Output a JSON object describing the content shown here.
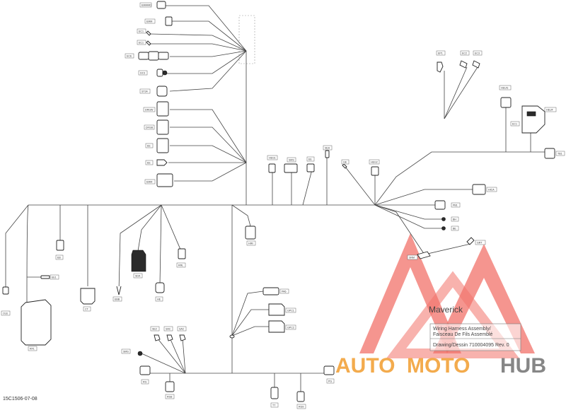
{
  "doc_id": "15C1506-07-08",
  "title_block": {
    "vehicle": "Maverick",
    "line1": "Wiring Harness Assembly/",
    "line2": "Faisceau De Fils Assemblé",
    "drawing": "Drawing/Dessin 710004095 Rev. 0"
  },
  "watermark": {
    "part1": "AUTO",
    "part2": "MOTO",
    "part3": "HUB"
  },
  "colors": {
    "wire": "#444444",
    "watermark_red": "#e8322d",
    "watermark_orange": "#f2a23a",
    "watermark_gray": "#7a7a7a"
  },
  "labels": {
    "top_hub": [
      "EMMMD",
      "EMM",
      "EC1",
      "EC1",
      "ECE",
      "DC3",
      "ST34",
      "DRGW",
      "DFGB",
      "EE",
      "EE",
      "EMM"
    ],
    "right_cluster": [
      "EP1",
      "EC2",
      "EC3",
      "HEUG",
      "EC1",
      "HEUF",
      "TB1"
    ],
    "center_top": [
      "HEG1",
      "SMS",
      "EE",
      "SEA",
      "GE",
      "HEG2"
    ],
    "right_side": [
      "HICA",
      "PB1",
      "BH",
      "BE",
      "SNM",
      "GRT"
    ],
    "left_side": [
      "OLE",
      "EB",
      "EE1",
      "CT",
      "RF1",
      "EBB",
      "SDA",
      "HE",
      "RRL"
    ],
    "center_mid": [
      "HIM",
      "PA6",
      "GPC1",
      "GPC2"
    ],
    "bottom": [
      "SE2",
      "SAC",
      "SAC",
      "SMS",
      "RG",
      "RG8",
      "TT",
      "RG9",
      "PG"
    ]
  }
}
